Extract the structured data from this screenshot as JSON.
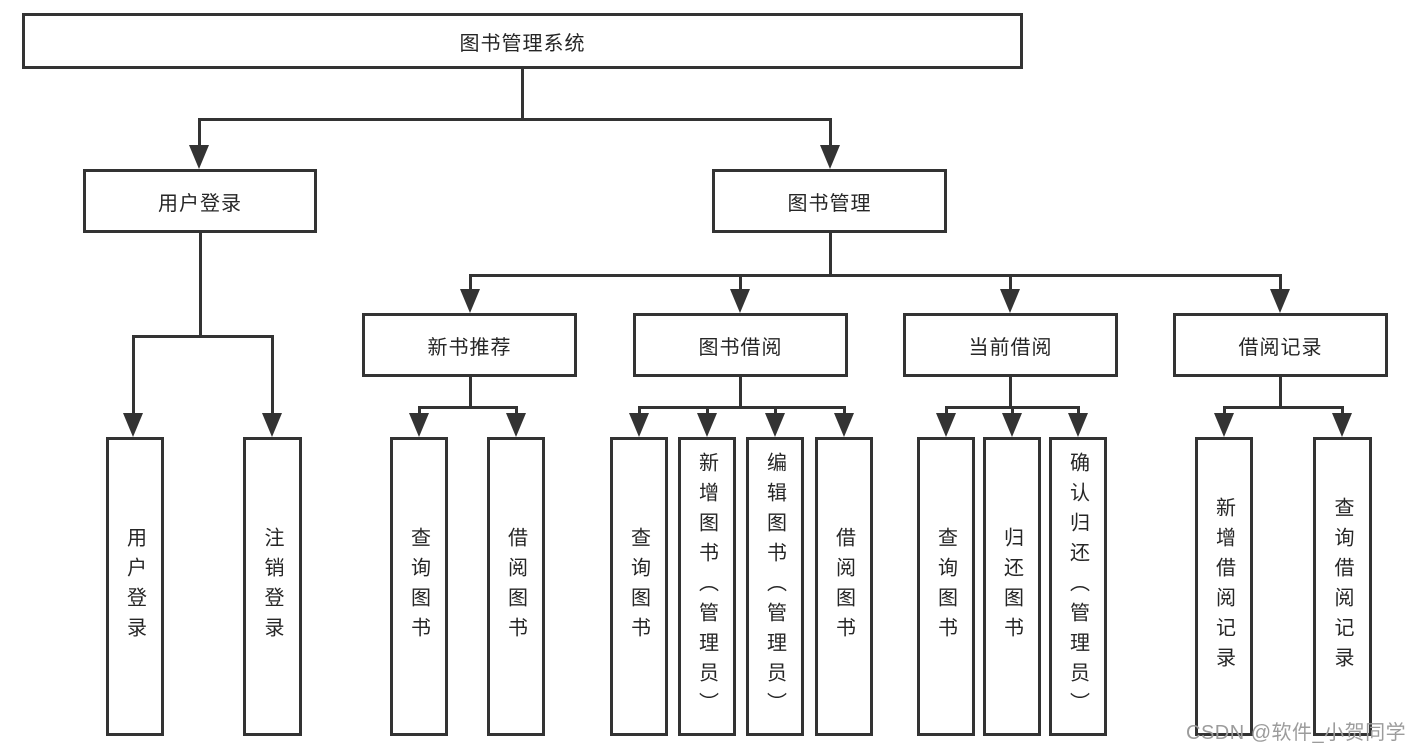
{
  "diagram": {
    "root": {
      "label": "图书管理系统"
    },
    "level2": [
      {
        "label": "用户登录"
      },
      {
        "label": "图书管理"
      }
    ],
    "level3": [
      {
        "label": "新书推荐"
      },
      {
        "label": "图书借阅"
      },
      {
        "label": "当前借阅"
      },
      {
        "label": "借阅记录"
      }
    ],
    "leaves": {
      "user_login": [
        "用户登录",
        "注销登录"
      ],
      "new_book_recommend": [
        "查询图书",
        "借阅图书"
      ],
      "book_borrowing": [
        "查询图书",
        "新增图书（管理员）",
        "编辑图书（管理员）",
        "借阅图书"
      ],
      "current_borrowing": [
        "查询图书",
        "归还图书",
        "确认归还（管理员）"
      ],
      "borrowing_records": [
        "新增借阅记录",
        "查询借阅记录"
      ]
    }
  },
  "watermark": {
    "text": "CSDN @软件_小贺同学"
  },
  "colors": {
    "line": "#333333",
    "text": "#262626",
    "box_bg": "#ffffff",
    "background": "#ffffff",
    "watermark": "#9c9c9c"
  }
}
